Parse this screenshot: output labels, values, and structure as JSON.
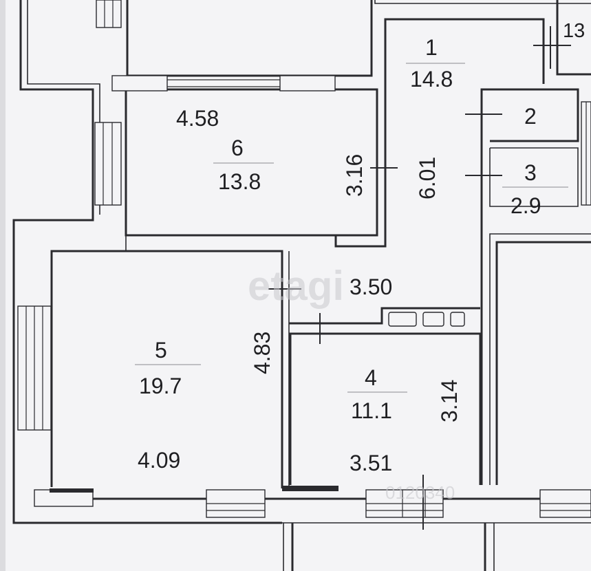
{
  "rooms": [
    {
      "number": "1",
      "area": "14.8"
    },
    {
      "number": "2"
    },
    {
      "number": "3",
      "area": "2.9"
    },
    {
      "number": "4",
      "area": "11.1"
    },
    {
      "number": "5",
      "area": "19.7"
    },
    {
      "number": "6",
      "area": "13.8"
    },
    {
      "number": "13"
    }
  ],
  "dimensions": {
    "room6_width": "4.58",
    "room6_depth": "3.16",
    "hall_length": "6.01",
    "corridor_width": "3.50",
    "room5_depth": "4.83",
    "room5_width": "4.09",
    "room4_depth": "3.14",
    "room4_width": "3.51"
  },
  "watermarks": {
    "brand": "etagi",
    "partial_text": "0120340"
  }
}
